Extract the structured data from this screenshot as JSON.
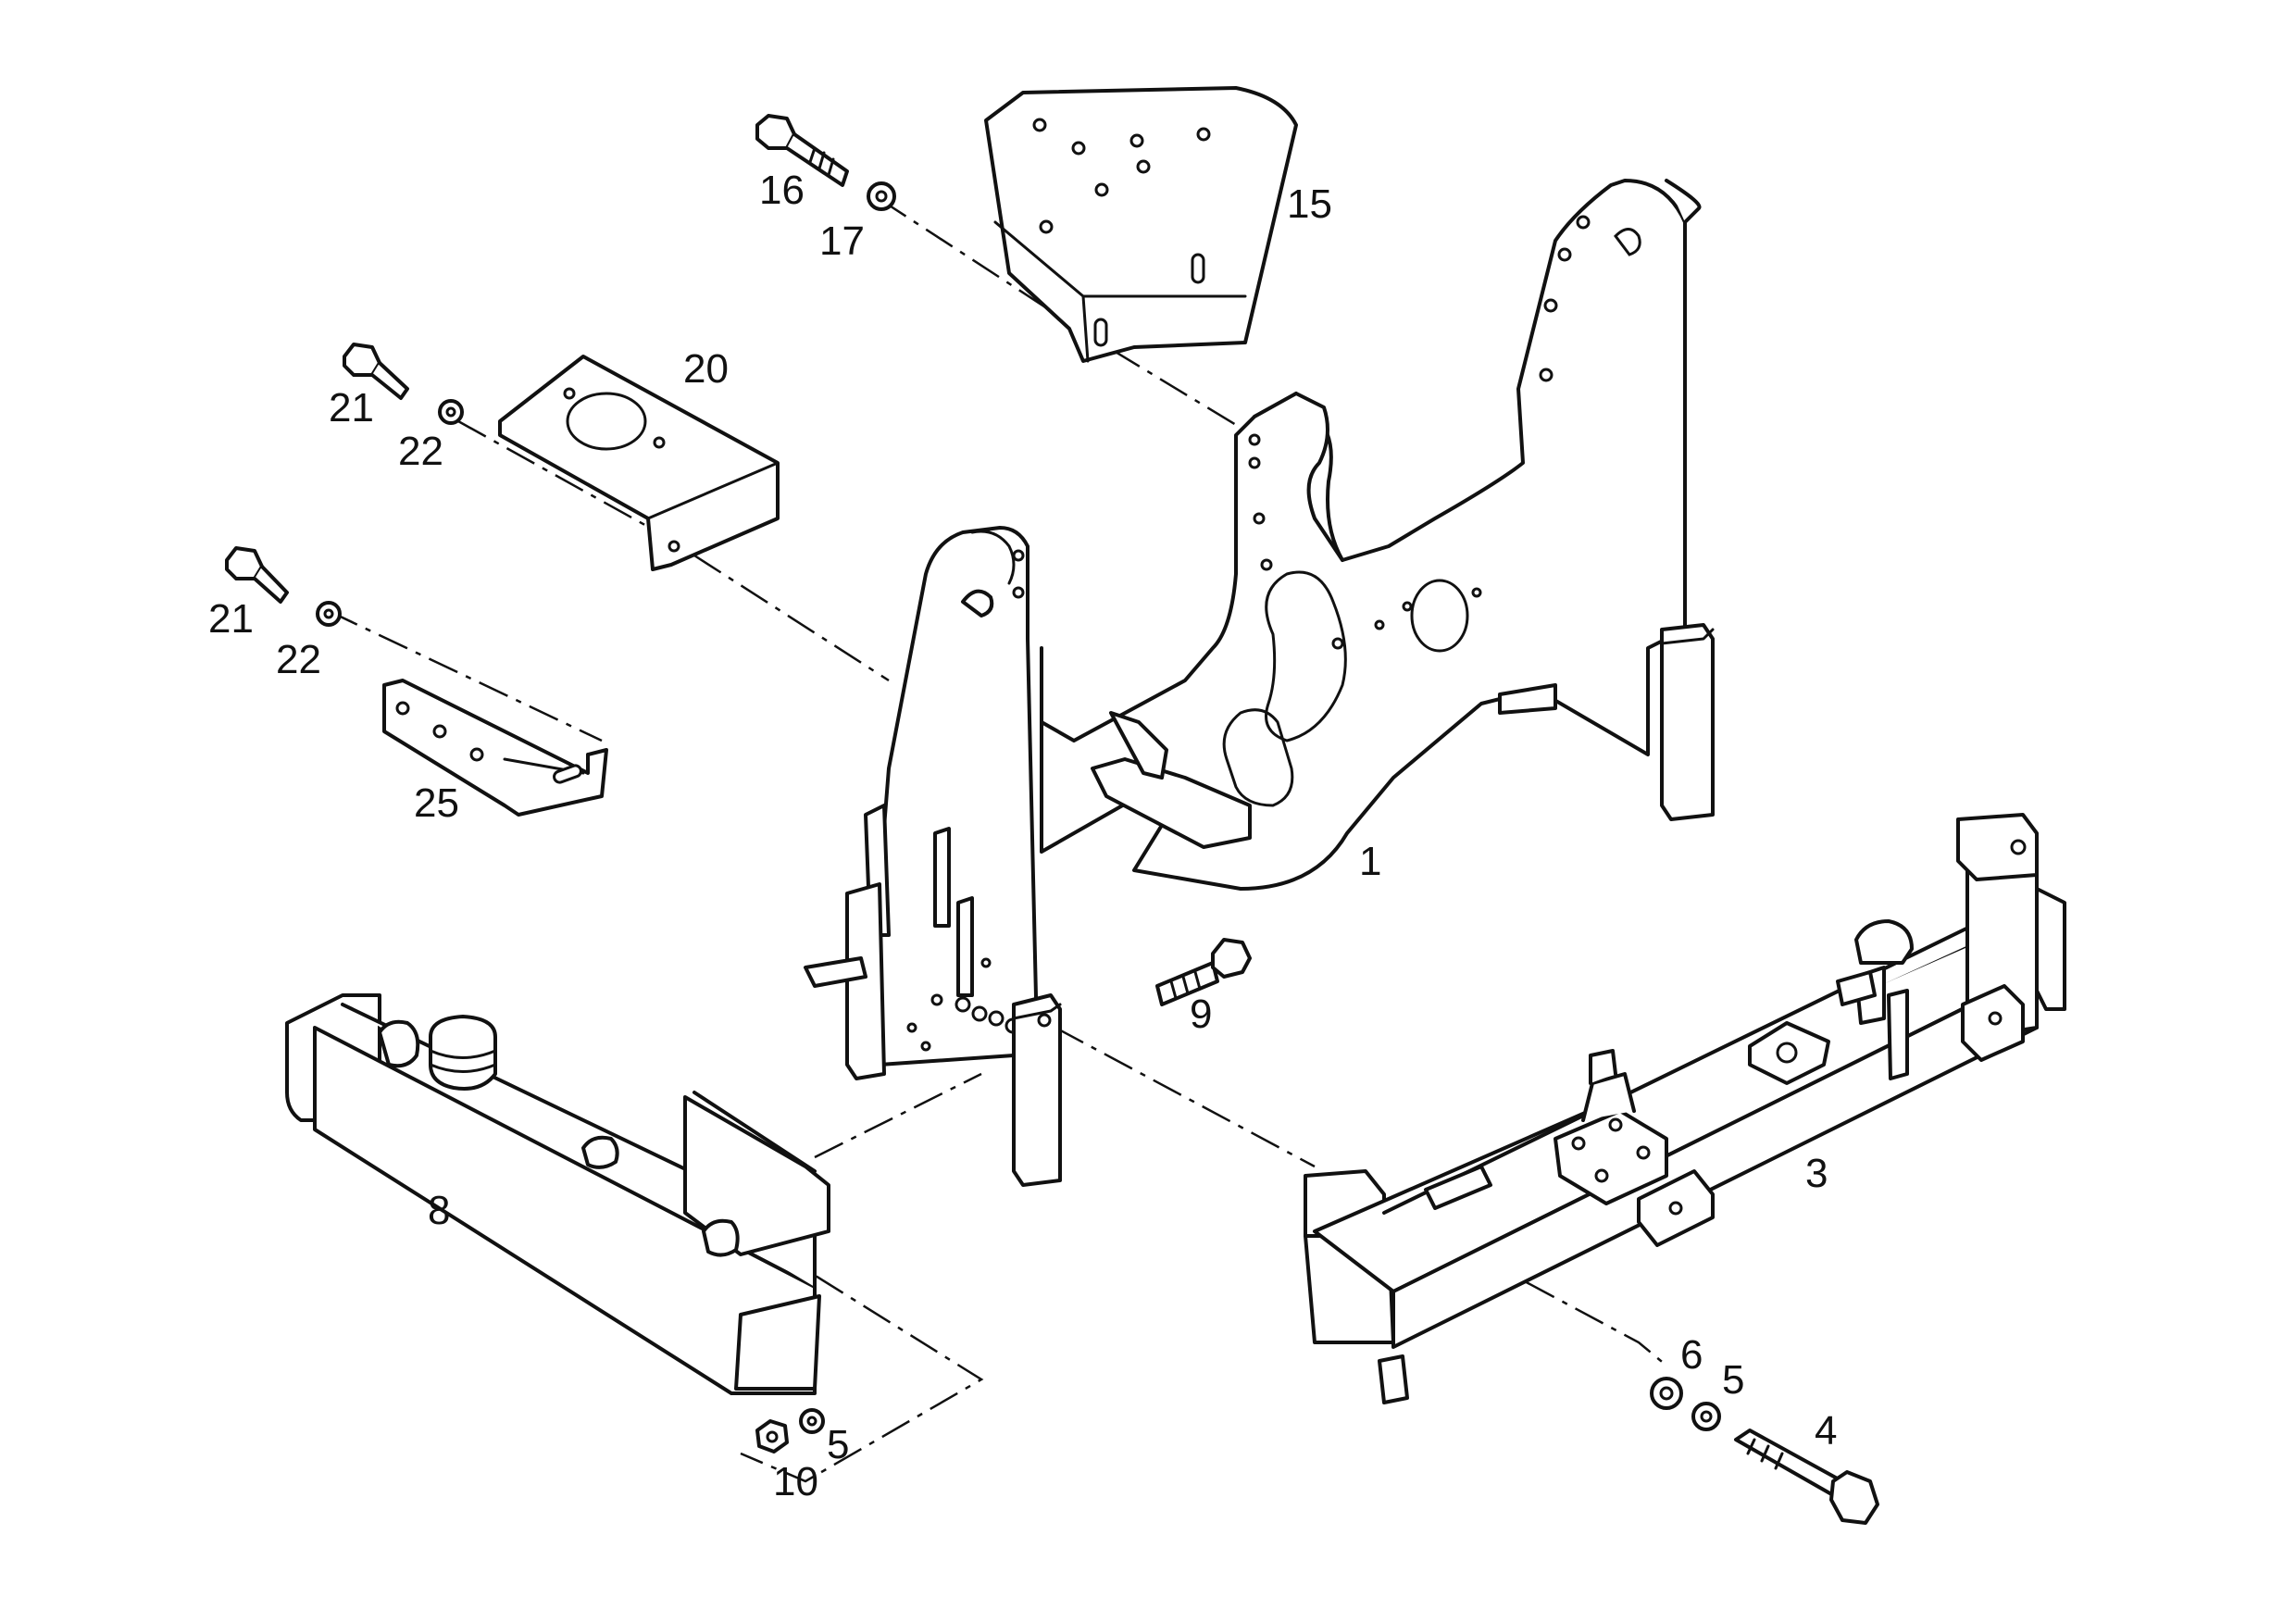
{
  "callouts": {
    "p1": "1",
    "p3": "3",
    "p4": "4",
    "p5a": "5",
    "p5b": "5",
    "p6": "6",
    "p8": "8",
    "p9": "9",
    "p10": "10",
    "p15": "15",
    "p16": "16",
    "p17": "17",
    "p20": "20",
    "p21a": "21",
    "p21b": "21",
    "p22a": "22",
    "p22b": "22",
    "p25": "25"
  }
}
